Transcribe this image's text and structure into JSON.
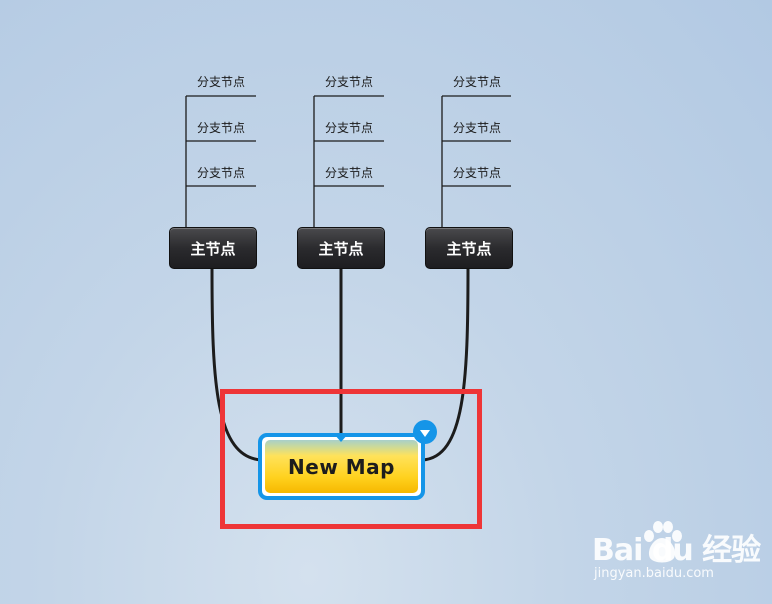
{
  "central_topic": {
    "label": "New Map"
  },
  "main_topics": [
    {
      "label": "主节点",
      "branches": [
        "分支节点",
        "分支节点",
        "分支节点"
      ]
    },
    {
      "label": "主节点",
      "branches": [
        "分支节点",
        "分支节点",
        "分支节点"
      ]
    },
    {
      "label": "主节点",
      "branches": [
        "分支节点",
        "分支节点",
        "分支节点"
      ]
    }
  ],
  "watermark": {
    "logo": "Bai du 经验",
    "url": "jingyan.baidu.com"
  },
  "colors": {
    "selection_border": "#1595e8",
    "highlight_box": "#ee3537",
    "central_fill": "#ffd21f",
    "main_node_fill": "#2b2b2e",
    "connector": "#1a1a1a"
  },
  "icons": [
    "collapse-toggle-icon",
    "baidu-paw-icon"
  ]
}
